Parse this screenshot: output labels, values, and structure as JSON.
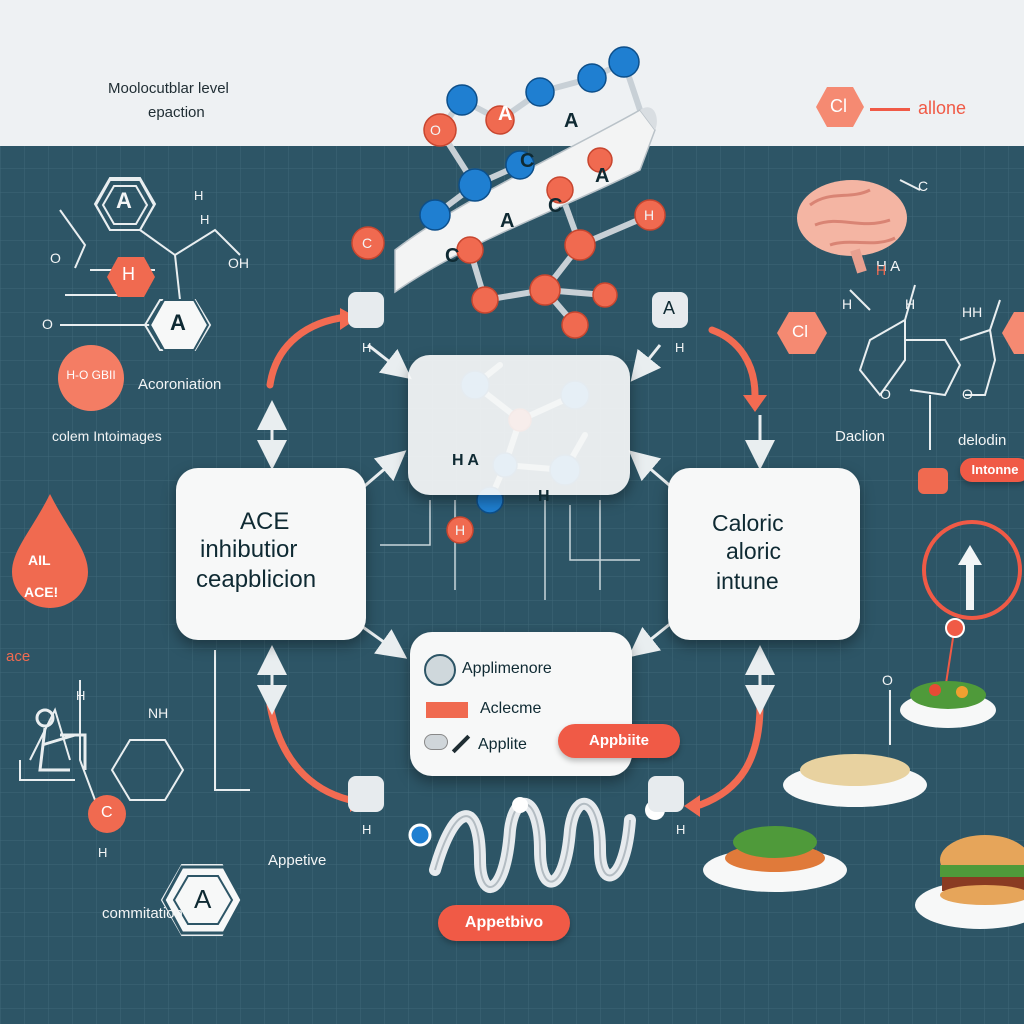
{
  "colors": {
    "background_panel": "#2d5566",
    "accent": "#f05a46",
    "atom_blue": "#1f7fd1",
    "card": "#f7f8f8"
  },
  "header": {
    "title_line1": "Moolocutblar level",
    "title_line2": "epaction"
  },
  "top_right": {
    "hex_label": "Cl",
    "label": "allone"
  },
  "helix_letters": [
    "C",
    "A",
    "A",
    "C",
    "A",
    "C",
    "A"
  ],
  "atoms": {
    "o": "O",
    "h": "H",
    "c": "C",
    "oh": "OH",
    "nh": "NH",
    "hh": "HH",
    "ha": "H A"
  },
  "left": {
    "hex_a": "A",
    "hex_h": "H",
    "badge_text": "H-O GBII",
    "acorniation": "Acoroniation",
    "caption": "colem Intoimages",
    "drop_line1": "AIL",
    "drop_line2": "ACE!",
    "side_label": "ace",
    "appetive": "Appetive",
    "commitation": "commitation"
  },
  "cards": {
    "ace": {
      "line1": "ACE",
      "line2": "inhibutior",
      "line3": "ceapblicion"
    },
    "caloric": {
      "line1": "Caloric",
      "line2": "aloric",
      "line3": "intune"
    },
    "center_bottom": {
      "item1": "Applimenore",
      "item2": "Aclecme",
      "item3": "Applite",
      "badge": "Appbiite"
    }
  },
  "bottom": {
    "badge": "Appetbivo"
  },
  "right": {
    "hex_cl": "Cl",
    "daclion": "Daclion",
    "delodin": "delodin",
    "intonne": "Intonne"
  }
}
